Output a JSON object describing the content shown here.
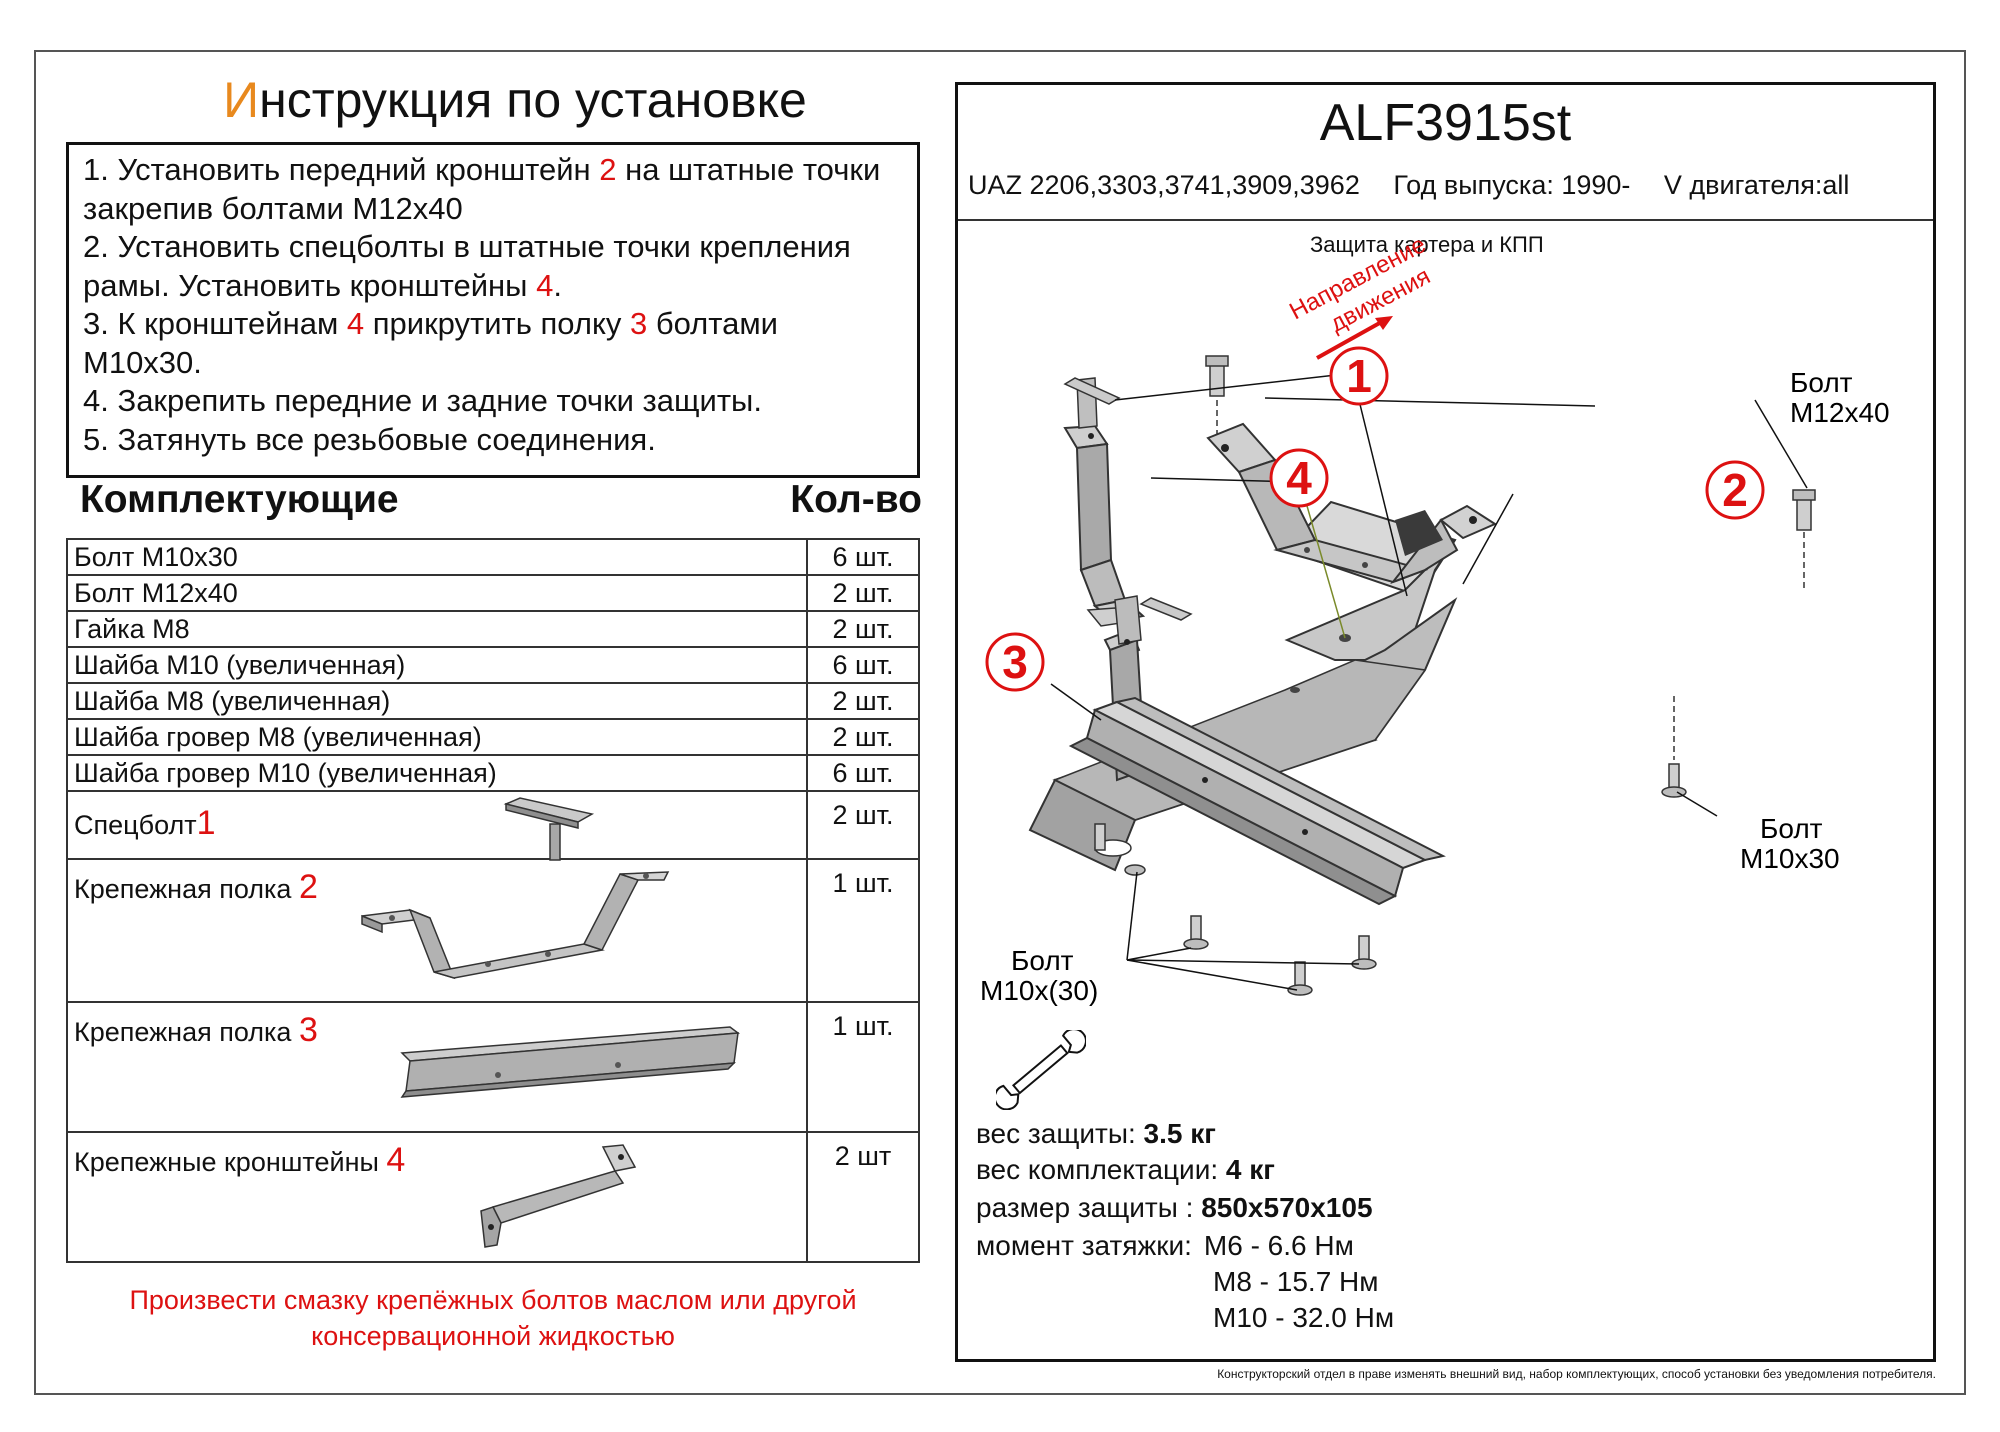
{
  "header": {
    "title_first_letter": "И",
    "title_rest": "нструкция по установке"
  },
  "steps": {
    "s1_a": "1.  Установить передний кронштейн ",
    "s1_num": "2",
    "s1_b": " на штатные точки закрепив болтами М12х40",
    "s2_a": "2.  Установить спецболты в штатные точки крепления рамы. Установить кронштейны ",
    "s2_num": "4",
    "s2_b": ".",
    "s3_a": "3. К кронштейнам ",
    "s3_num1": "4",
    "s3_b": " прикрутить полку ",
    "s3_num2": "3",
    "s3_c": " болтами М10х30.",
    "s4": "4. Закрепить передние и задние точки защиты.",
    "s5": "5. Затянуть все резьбовые соединения."
  },
  "kit": {
    "heading": "Комплектующие",
    "qty_heading": "Кол-во",
    "rows": [
      {
        "name": "Болт М10х30",
        "qty": "6 шт."
      },
      {
        "name": "Болт М12х40",
        "qty": "2 шт."
      },
      {
        "name": "Гайка М8",
        "qty": "2 шт."
      },
      {
        "name": "Шайба М10 (увеличенная)",
        "qty": "6 шт."
      },
      {
        "name": "Шайба М8 (увеличенная)",
        "qty": "2 шт."
      },
      {
        "name": "Шайба гровер М8 (увеличенная)",
        "qty": "2 шт."
      },
      {
        "name": "Шайба гровер М10 (увеличенная)",
        "qty": "6 шт."
      }
    ],
    "img_rows": [
      {
        "name": "Спецболт",
        "num": "1",
        "qty": "2 шт."
      },
      {
        "name": "Крепежная полка ",
        "num": "2",
        "qty": "1 шт."
      },
      {
        "name": "Крепежная полка ",
        "num": "3",
        "qty": "1 шт."
      },
      {
        "name": "Крепежные кронштейны ",
        "num": "4",
        "qty": "2 шт"
      }
    ]
  },
  "bottom_note": "Произвести смазку крепёжных болтов маслом или другой консервационной жидкостью",
  "panel": {
    "code": "ALF3915st",
    "model": "UAZ 2206,3303,3741,3909,3962",
    "year": "Год выпуска: 1990-",
    "engine": "V двигателя:all",
    "caption": "Защита картера и КПП",
    "direction_1": "Направление",
    "direction_2": "движения",
    "callouts": [
      "1",
      "2",
      "3",
      "4"
    ],
    "bolt_m12_1": "Болт",
    "bolt_m12_2": "М12х40",
    "bolt_m10_1": "Болт",
    "bolt_m10_2": "М10х30",
    "bolt_m10b_1": "Болт",
    "bolt_m10b_2": "М10х(30)"
  },
  "specs": {
    "weight_label": "вес защиты: ",
    "weight_value": "3.5 кг",
    "kit_weight_label": "вес комплектации: ",
    "kit_weight_value": "4 кг",
    "size_label": "размер защиты : ",
    "size_value": "850х570х105",
    "torque_label": "момент затяжки:",
    "torque_m6": "М6  - 6.6 Нм",
    "torque_m8": "М8  - 15.7 Нм",
    "torque_m10": "М10 - 32.0 Нм"
  },
  "footer": "Конструкторский отдел в праве изменять внешний вид, набор комплектующих, способ установки без уведомления потребителя.",
  "colors": {
    "accent_red": "#dd1111",
    "title_orange": "#e8891e",
    "metal": "#b9b9b9"
  }
}
